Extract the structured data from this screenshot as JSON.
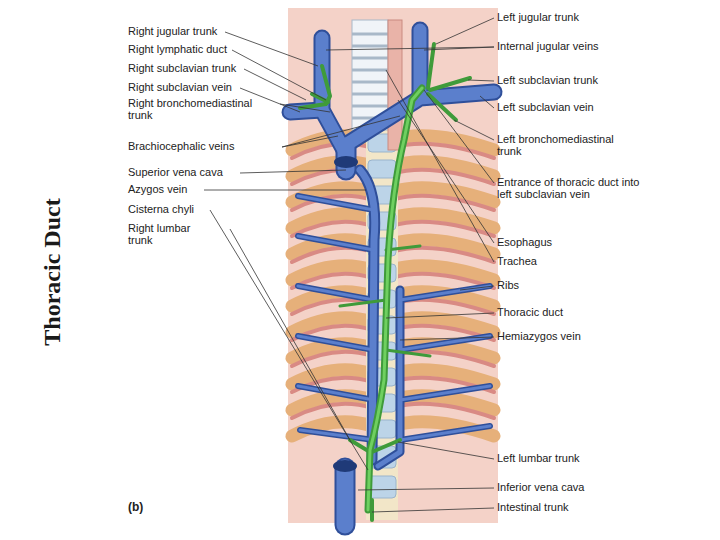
{
  "diagram": {
    "title": "Thoracic Duct",
    "labels": [
      "Right jugular trunk",
      "Right lymphatic duct",
      "Right subclavian trunk",
      "Right subclavian vein",
      "Right bronchomediastinal trunk",
      "Brachiocephalic veins",
      "Superior vena cava",
      "Azygos vein",
      "Cisterna chyli",
      "Right lumbar trunk",
      "(b)",
      "Left jugular trunk",
      "Internal jugular veins",
      "Left subclavian trunk",
      "Left subclavian vein",
      "Left bronchomediastinal trunk",
      "Entrance of thoracic duct into left subclavian vein",
      "Esophagus",
      "Trachea",
      "Ribs",
      "Thoracic duct",
      "Hemiazygos vein",
      "Left lumbar trunk",
      "Inferior vena cava",
      "Intestinal trunk"
    ]
  }
}
